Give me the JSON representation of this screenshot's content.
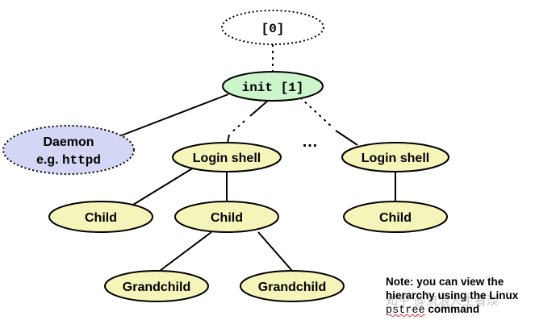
{
  "colors": {
    "node_fill": "#f6f5b9",
    "init_fill": "#ccf5cc",
    "daemon_fill": "#d3d6f4",
    "stroke": "#000000"
  },
  "nodes": {
    "pid0": "[0]",
    "init": "init [1]",
    "daemon_line1": "Daemon",
    "daemon_prefix": "e.g. ",
    "daemon_code": "httpd",
    "login_shell_left": "Login shell",
    "login_shell_right": "Login shell",
    "child_left": "Child",
    "child_middle": "Child",
    "child_right": "Child",
    "grandchild_left": "Grandchild",
    "grandchild_right": "Grandchild"
  },
  "ellipsis": "…",
  "note": {
    "line1": "Note: you can view the",
    "line2": "hierarchy using the Linux",
    "code": "pstree",
    "line3_suffix": " command"
  },
  "watermark": "知乎 @流浪人生看淡"
}
